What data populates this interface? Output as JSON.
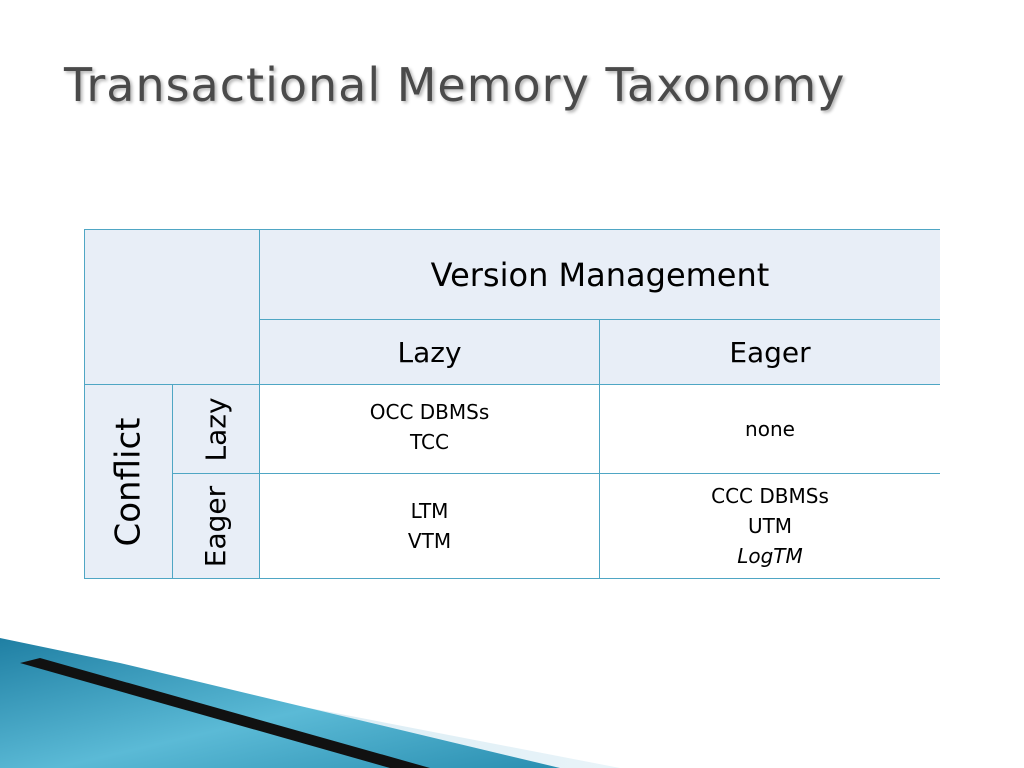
{
  "slide": {
    "title": "Transactional Memory Taxonomy"
  },
  "table": {
    "column_group_header": "Version Management",
    "columns": [
      "Lazy",
      "Eager"
    ],
    "row_group_header": "Conflict",
    "rows": [
      {
        "label": "Lazy",
        "cells": [
          {
            "lines": [
              "OCC DBMSs",
              "TCC"
            ]
          },
          {
            "lines": [
              "none"
            ]
          }
        ]
      },
      {
        "label": "Eager",
        "cells": [
          {
            "lines": [
              "LTM",
              "VTM"
            ]
          },
          {
            "lines": [
              "CCC DBMSs",
              "UTM"
            ],
            "italic_line": "LogTM"
          }
        ]
      }
    ]
  },
  "colors": {
    "header_fill": "#e8eef7",
    "border": "#4fa6c4",
    "title_text": "#4a4a4a",
    "decor_teal": "#1f7fa3"
  }
}
